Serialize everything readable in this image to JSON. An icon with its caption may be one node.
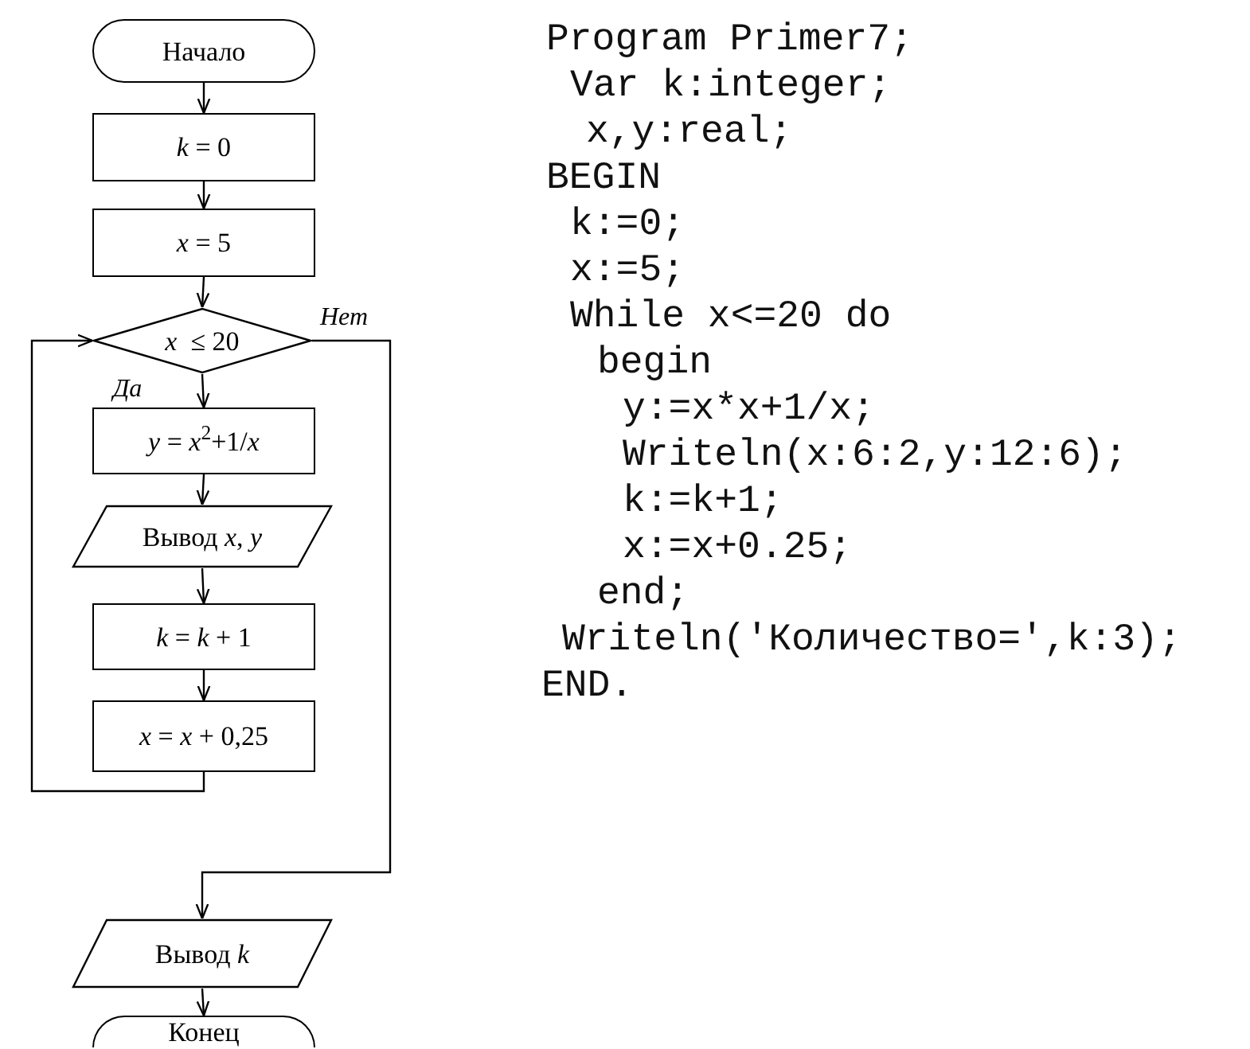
{
  "diagram": {
    "nodes": [
      {
        "text": [
          "Начало"
        ]
      },
      {
        "text": [
          "*k* = 0"
        ]
      },
      {
        "text": [
          "*x* = 5"
        ]
      },
      {
        "text": [
          "*x*  ≤ 20"
        ]
      },
      {
        "text": [
          "*y* = *x*$^{2}$+1/*x*"
        ]
      },
      {
        "text": [
          "Вывод *x*, *y*"
        ]
      },
      {
        "text": [
          "*k* = *k* + 1"
        ]
      },
      {
        "text": [
          "*x* = *x* + 0,25"
        ]
      },
      {
        "text": [
          "Вывод *k*"
        ]
      },
      {
        "text": [
          "Конец"
        ]
      }
    ],
    "edges": [
      {
        "from": 0,
        "to": 1,
        "arrow": "to"
      },
      {
        "from": 1,
        "to": 2,
        "arrow": "to"
      },
      {
        "from": 2,
        "to": 3,
        "arrow": "to"
      },
      {
        "from": 3,
        "to": 4,
        "arrow": "to",
        "label": "Да"
      },
      {
        "from": 4,
        "to": 5,
        "arrow": "to"
      },
      {
        "from": 5,
        "to": 6,
        "arrow": "to"
      },
      {
        "from": 6,
        "to": 7,
        "arrow": "to"
      },
      {
        "from": 7,
        "to": 3,
        "arrow": "to"
      },
      {
        "from": 3,
        "to": 8,
        "arrow": "to",
        "label": "Нет"
      },
      {
        "from": 8,
        "to": 9,
        "arrow": "to"
      }
    ],
    "labels": [
      "Program Primer7;",
      "Var k:integer;",
      "x,y:real;",
      "BEGIN",
      "k:=0;",
      "x:=5;",
      "While x<=20 do",
      "begin",
      "y:=x*x+1/x;",
      "Writeln(x:6:2,y:12:6);",
      "k:=k+1;",
      "x:=x+0.25;",
      "end;",
      "Writeln('Количество=',k:3);",
      "END."
    ]
  }
}
